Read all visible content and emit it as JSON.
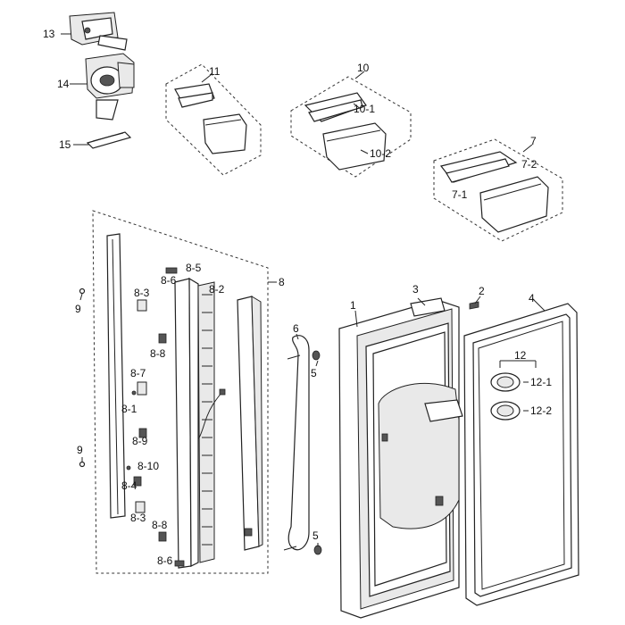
{
  "labels": {
    "p1": "1",
    "p2": "2",
    "p3": "3",
    "p4": "4",
    "p5a": "5",
    "p5b": "5",
    "p6": "6",
    "p7": "7",
    "p7_1": "7-1",
    "p7_2": "7-2",
    "p8": "8",
    "p8_1": "8-1",
    "p8_2": "8-2",
    "p8_3a": "8-3",
    "p8_3b": "8-3",
    "p8_4": "8-4",
    "p8_5": "8-5",
    "p8_6a": "8-6",
    "p8_6b": "8-6",
    "p8_7": "8-7",
    "p8_8a": "8-8",
    "p8_8b": "8-8",
    "p8_9": "8-9",
    "p8_10": "8-10",
    "p9a": "9",
    "p9b": "9",
    "p10": "10",
    "p10_1": "10-1",
    "p10_2": "10-2",
    "p11": "11",
    "p12": "12",
    "p12_1": "12-1",
    "p12_2": "12-2",
    "p13": "13",
    "p14": "14",
    "p15": "15"
  }
}
